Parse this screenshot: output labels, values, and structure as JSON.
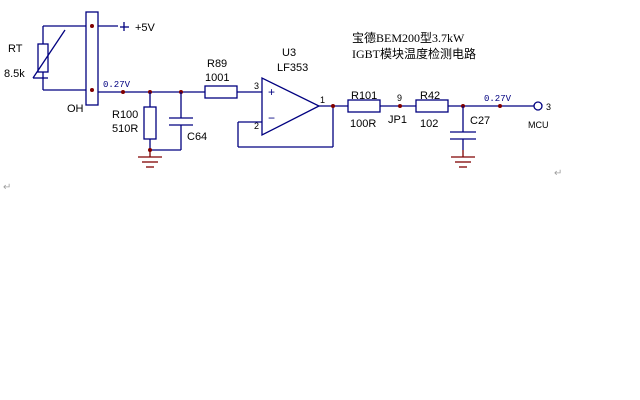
{
  "title": {
    "line1": "宝德BEM200型3.7kW",
    "line2": "IGBT模块温度检测电路"
  },
  "thermistor": {
    "ref": "RT",
    "value": "8.5k"
  },
  "module": {
    "label": "OH"
  },
  "supply": {
    "label": "+5V"
  },
  "nets": {
    "node1_voltage": "0.27V",
    "output_voltage": "0.27V"
  },
  "resistors": {
    "r100": {
      "ref": "R100",
      "value": "510R"
    },
    "r89": {
      "ref": "R89",
      "value": "1001"
    },
    "r101": {
      "ref": "R101",
      "value": "100R"
    },
    "r42": {
      "ref": "R42",
      "value": "102"
    }
  },
  "capacitors": {
    "c64": {
      "ref": "C64"
    },
    "c27": {
      "ref": "C27"
    }
  },
  "opamp": {
    "ref": "U3",
    "part": "LF353",
    "plus": "+",
    "minus": "−",
    "pin_plus": "3",
    "pin_minus": "2",
    "pin_out": "1"
  },
  "jumper": {
    "ref": "JP1",
    "pin": "9"
  },
  "output": {
    "label": "MCU",
    "pin": "3"
  },
  "paragraph_mark": "↵"
}
